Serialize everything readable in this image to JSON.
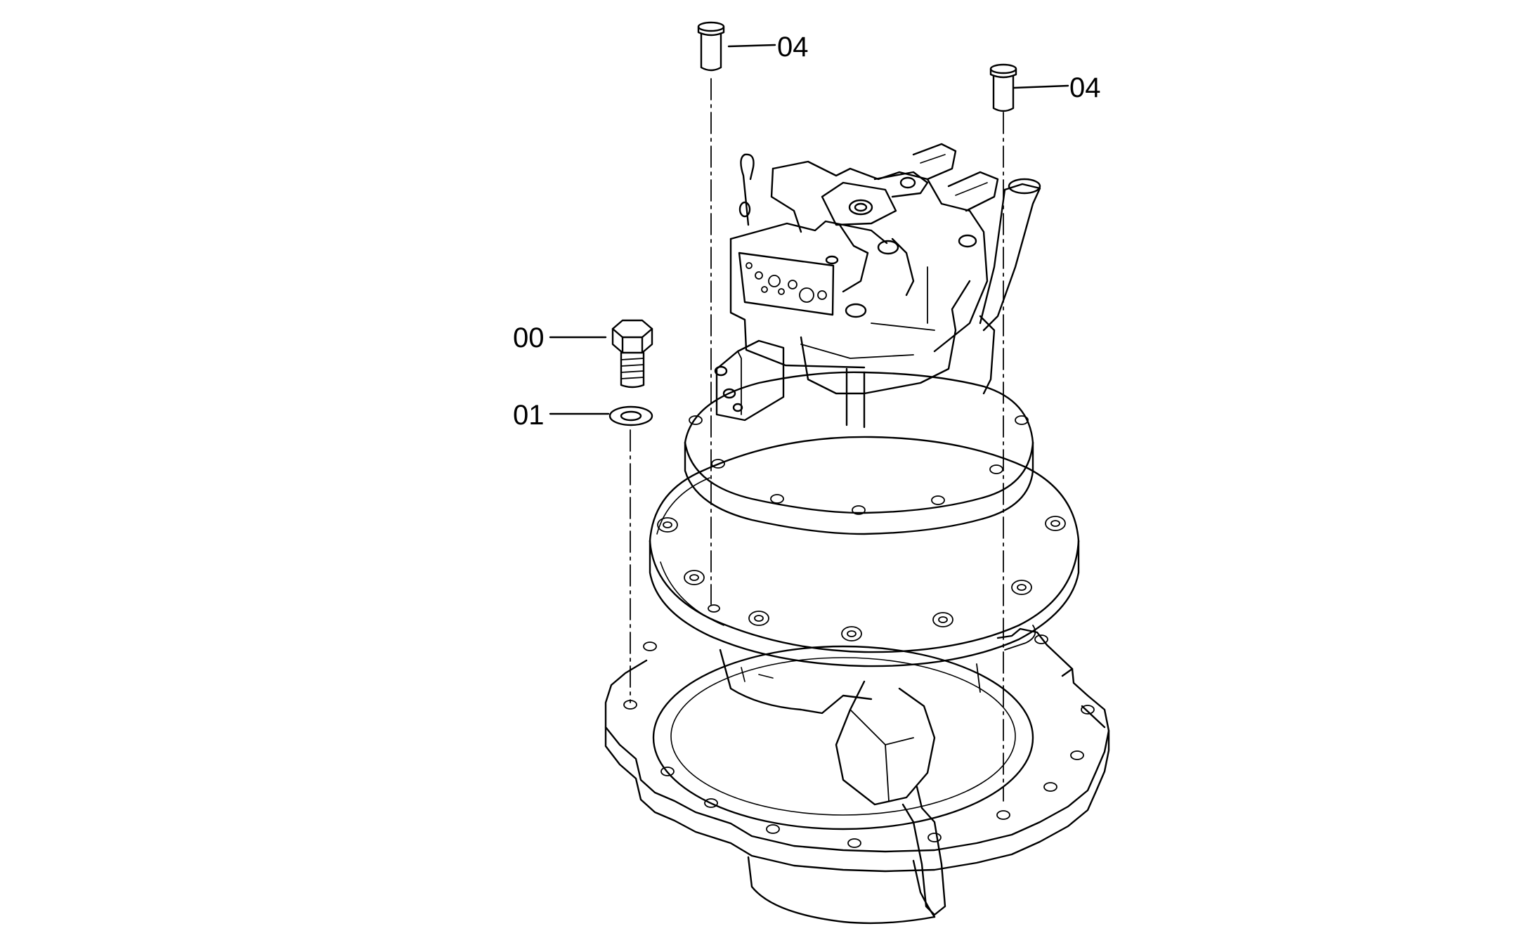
{
  "diagram": {
    "callouts": [
      {
        "id": "callout-04-left",
        "text": "04"
      },
      {
        "id": "callout-04-right",
        "text": "04"
      },
      {
        "id": "callout-00",
        "text": "00"
      },
      {
        "id": "callout-01",
        "text": "01"
      }
    ],
    "colors": {
      "line": "#000000",
      "background": "#ffffff"
    }
  }
}
